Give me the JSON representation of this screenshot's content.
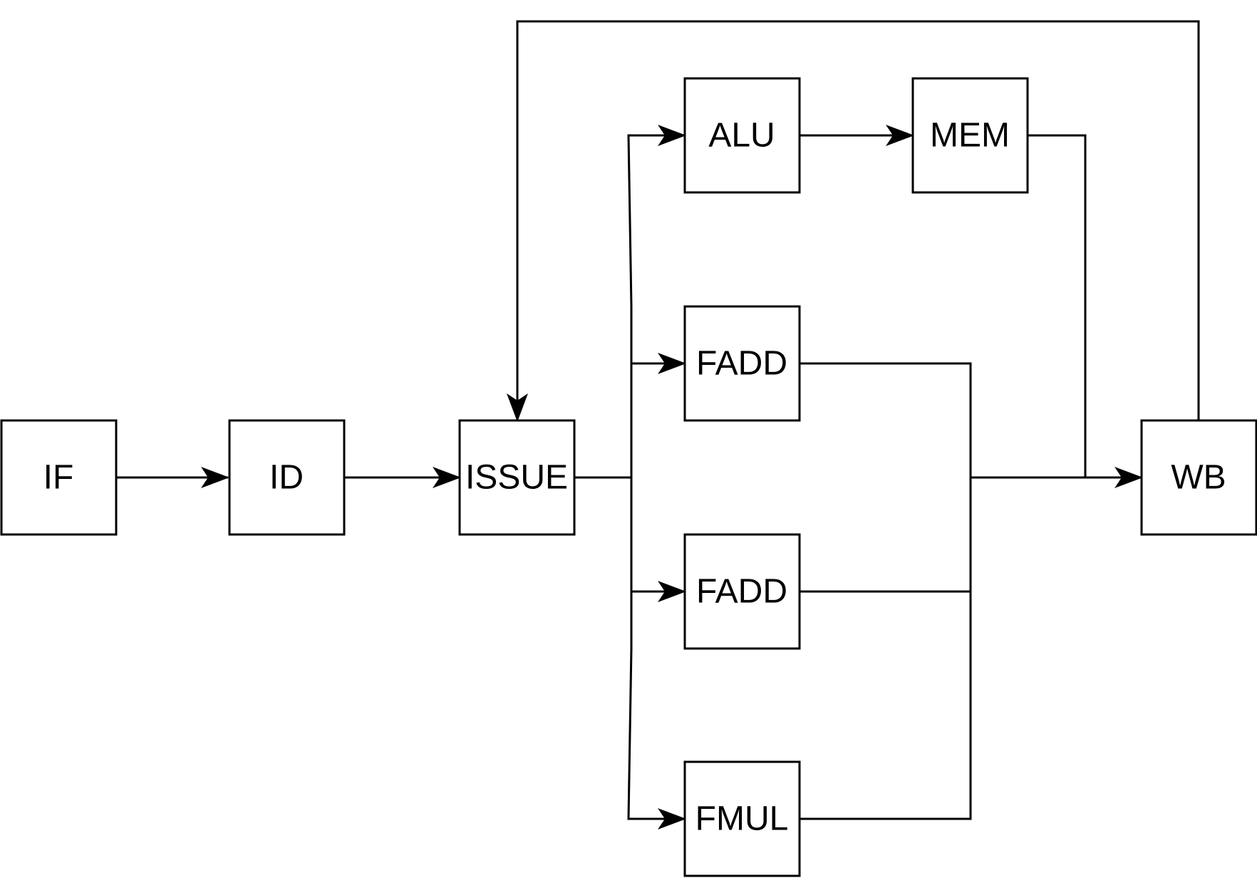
{
  "colors": {
    "stroke": "#000000",
    "fill": "#ffffff"
  },
  "stages": {
    "if": "IF",
    "id": "ID",
    "issue": "ISSUE",
    "alu": "ALU",
    "mem": "MEM",
    "fadd_1": "FADD",
    "fadd_2": "FADD",
    "fmul": "FMUL",
    "wb": "WB"
  },
  "connections": [
    {
      "from": "if",
      "to": "id",
      "arrow": true
    },
    {
      "from": "id",
      "to": "issue",
      "arrow": true
    },
    {
      "from": "issue",
      "to": "alu",
      "arrow": true
    },
    {
      "from": "issue",
      "to": "fadd_1",
      "arrow": true
    },
    {
      "from": "issue",
      "to": "fadd_2",
      "arrow": true
    },
    {
      "from": "issue",
      "to": "fmul",
      "arrow": true
    },
    {
      "from": "alu",
      "to": "mem",
      "arrow": true
    },
    {
      "from": "mem",
      "to": "wb",
      "arrow": true
    },
    {
      "from": "fadd_1",
      "to": "wb",
      "arrow": true
    },
    {
      "from": "fadd_2",
      "to": "wb",
      "arrow": true
    },
    {
      "from": "fmul",
      "to": "wb",
      "arrow": true
    },
    {
      "from": "wb",
      "to": "issue",
      "arrow": true
    }
  ]
}
